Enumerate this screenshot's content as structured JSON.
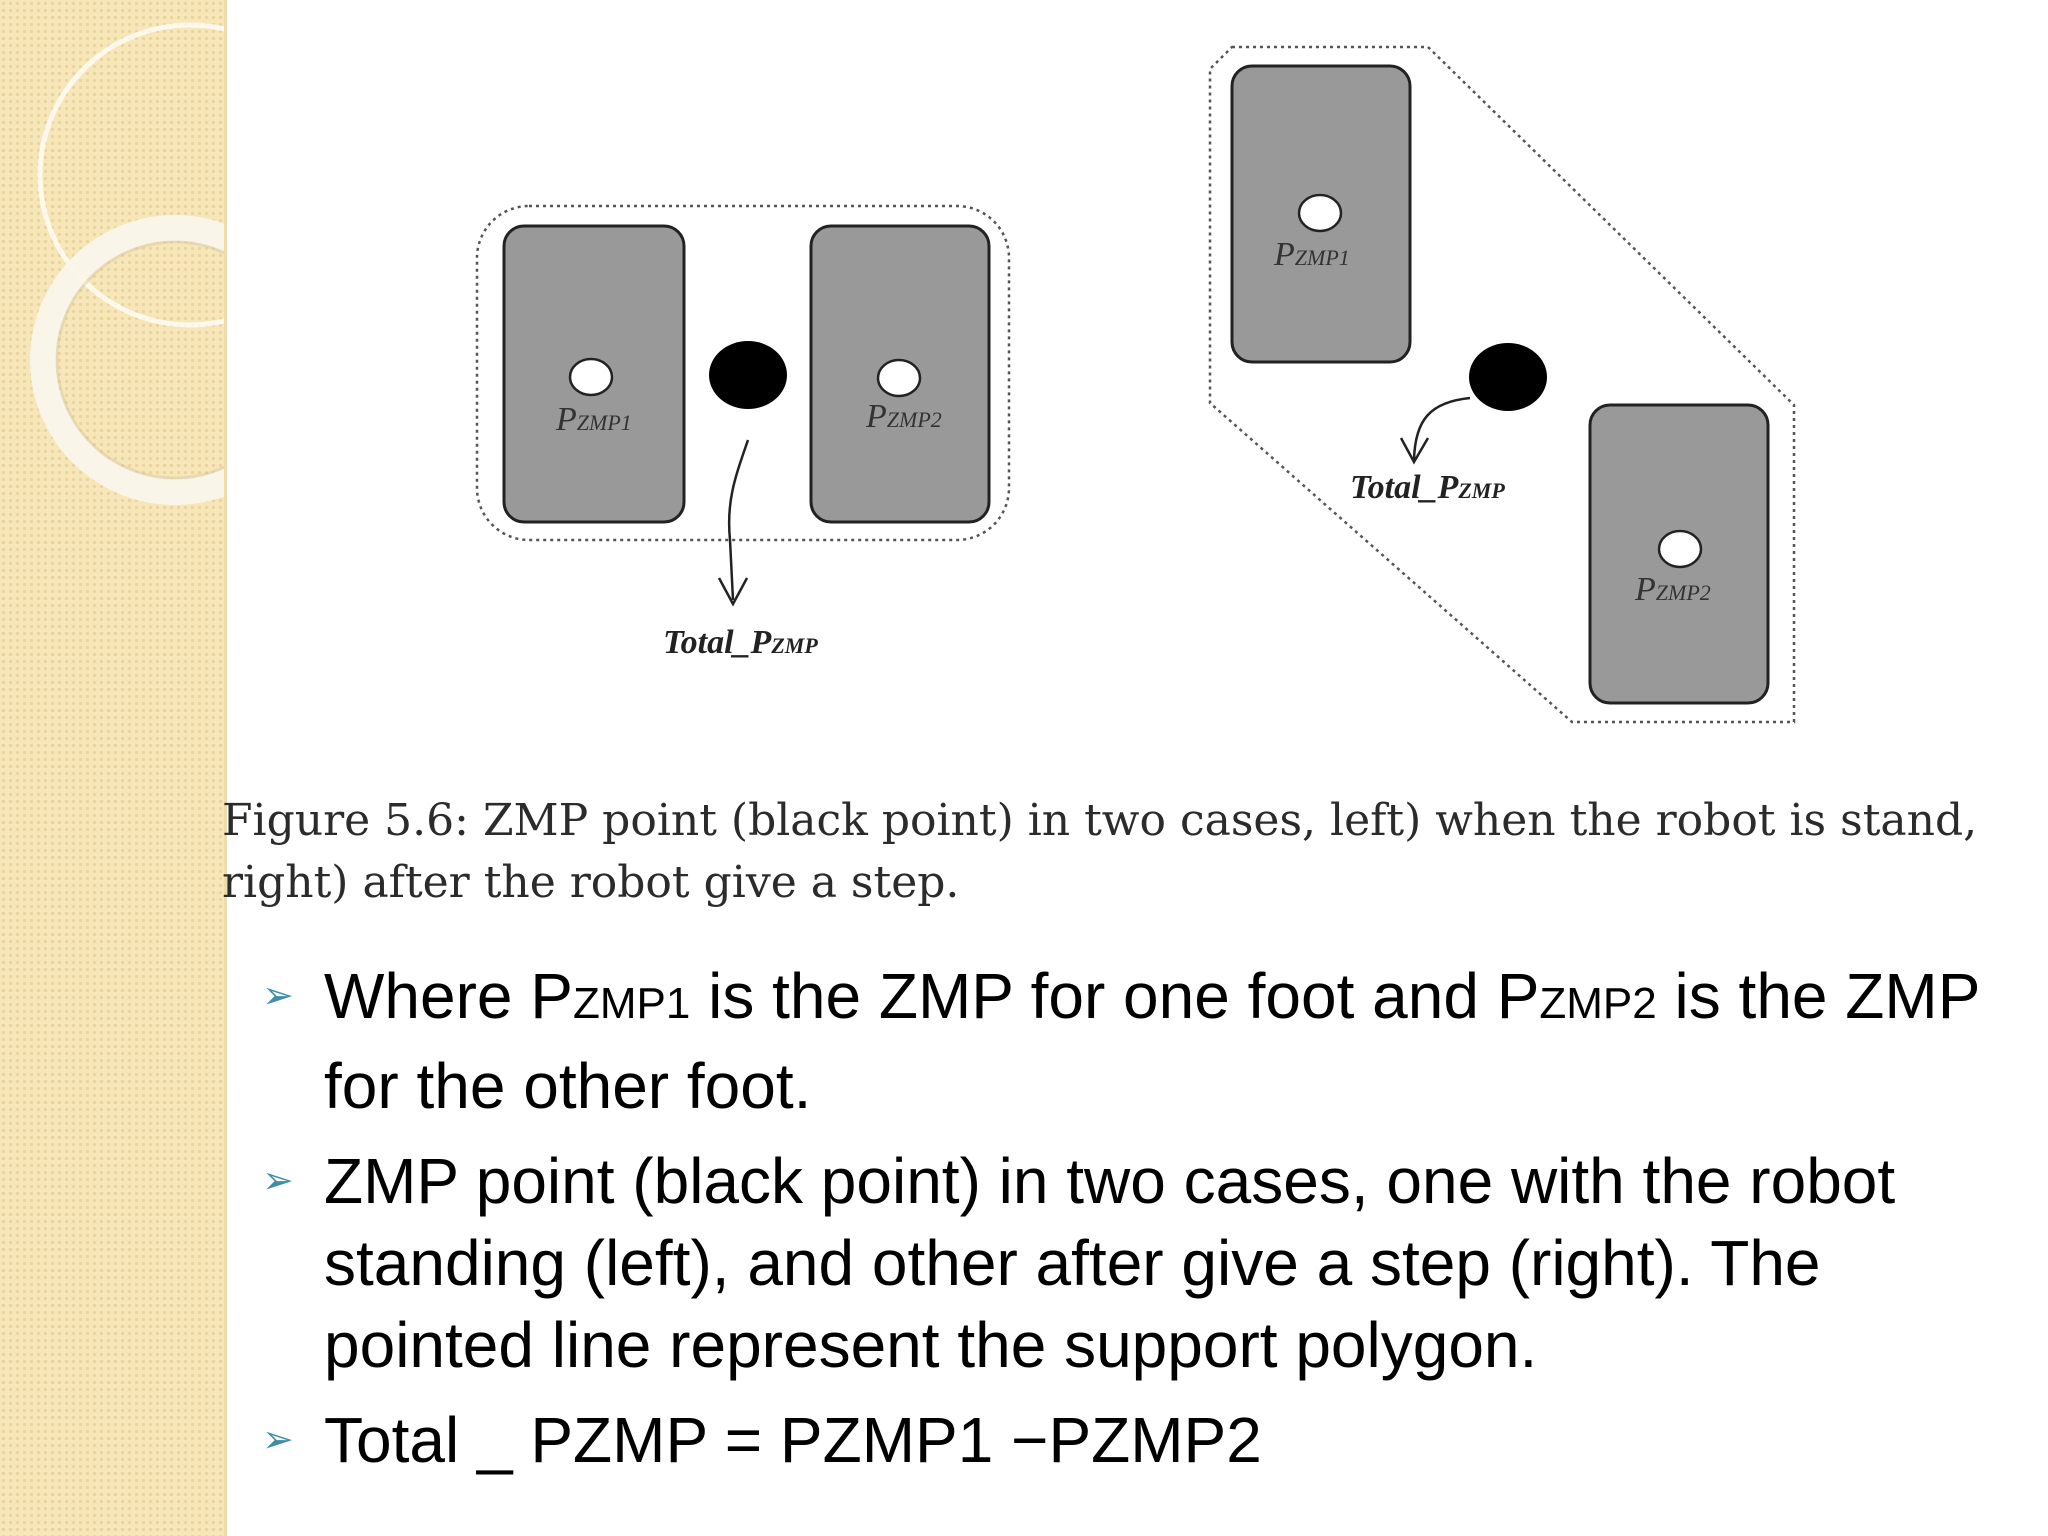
{
  "colors": {
    "sidebar": "#f7e6b8",
    "foot_fill": "#999999",
    "bullet_marker": "#3f8ea6",
    "zmp_point": "#000000"
  },
  "figure": {
    "left": {
      "foot1_label": {
        "main": "P",
        "sub": "ZMP1"
      },
      "foot2_label": {
        "main": "P",
        "sub": "ZMP2"
      },
      "total_label": {
        "main": "Total_P",
        "sub": "ZMP"
      }
    },
    "right": {
      "foot1_label": {
        "main": "P",
        "sub": "ZMP1"
      },
      "foot2_label": {
        "main": "P",
        "sub": "ZMP2"
      },
      "total_label": {
        "main": "Total_P",
        "sub": "ZMP"
      }
    }
  },
  "caption": {
    "line1": "Figure 5.6: ZMP point (black point) in two cases, left) when the robot is stand,",
    "line2": "right) after the robot give a step."
  },
  "bullets": {
    "marker": "➢",
    "b1": {
      "t1": "Where P",
      "s1": "ZMP1",
      "t2": " is the ZMP for one foot and P",
      "s2": "ZMP2",
      "t3": " is the ZMP for the other foot."
    },
    "b2": "ZMP point (black point) in two cases, one with the robot standing (left), and other after give a step (right). The pointed line represent the support polygon.",
    "b3": " Total _ PZMP = PZMP1 −PZMP2"
  }
}
